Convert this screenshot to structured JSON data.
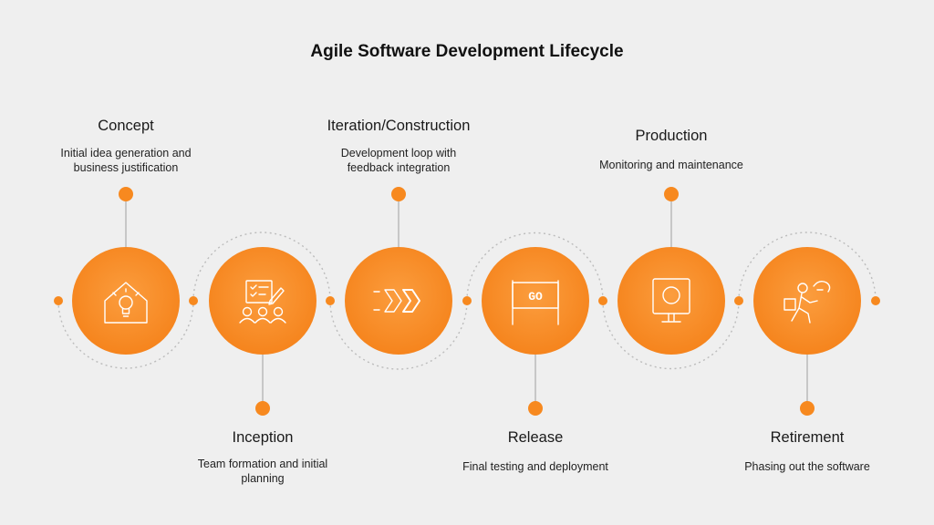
{
  "title": "Agile Software Development Lifecycle",
  "colors": {
    "background": "#efefef",
    "accent": "#f7891f",
    "accent_light": "#fb9d3e",
    "connector": "#bdbdbd",
    "dotted_arc": "#bcbcbc"
  },
  "stages": [
    {
      "title": "Concept",
      "description_lines": [
        "Initial idea generation and",
        "business justification"
      ],
      "icon": "lightbulb-house-icon"
    },
    {
      "title": "Inception",
      "description_lines": [
        "Team formation and initial",
        "planning"
      ],
      "icon": "team-checklist-icon"
    },
    {
      "title": "Iteration/Construction",
      "description_lines": [
        "Development loop with",
        "feedback integration"
      ],
      "icon": "fast-forward-chevrons-icon"
    },
    {
      "title": "Release",
      "description_lines": [
        "Final testing and deployment"
      ],
      "icon": "go-sign-icon"
    },
    {
      "title": "Production",
      "description_lines": [
        "Monitoring and maintenance"
      ],
      "icon": "monitor-icon"
    },
    {
      "title": "Retirement",
      "description_lines": [
        "Phasing out the software"
      ],
      "icon": "person-leaving-icon"
    }
  ],
  "icon_text": {
    "go_sign": "GO"
  }
}
